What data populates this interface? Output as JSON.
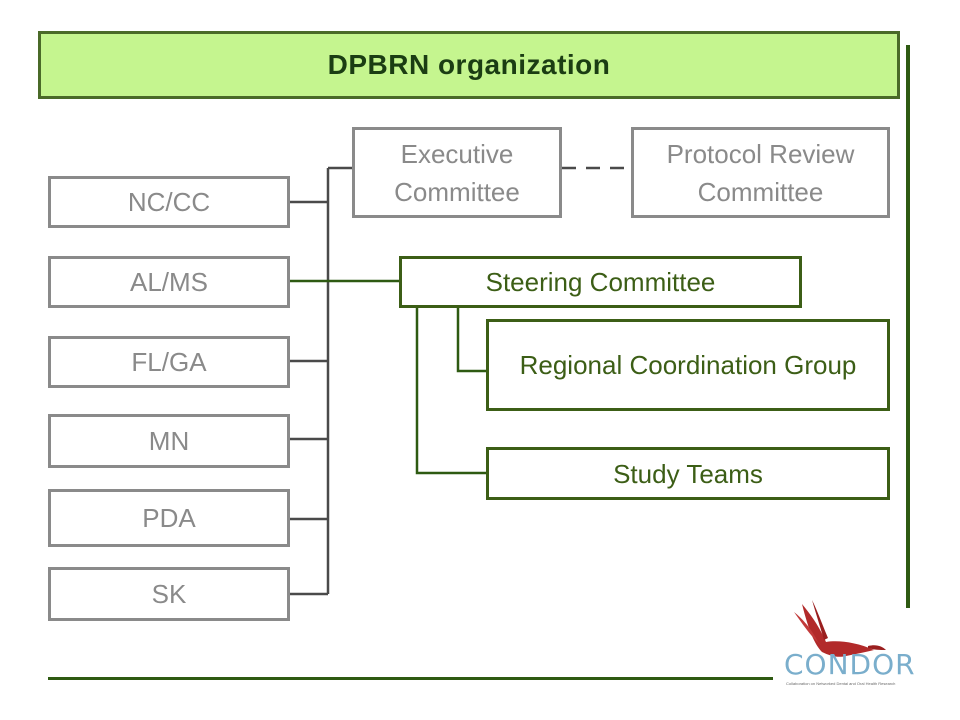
{
  "title": "DPBRN organization",
  "sites": [
    "NC/CC",
    "AL/MS",
    "FL/GA",
    "MN",
    "PDA",
    "SK"
  ],
  "executive_committee": "Executive Committee",
  "protocol_review_committee": "Protocol Review Committee",
  "steering_committee": "Steering Committee",
  "regional_coordination_group": "Regional Coordination Group",
  "study_teams": "Study Teams",
  "logo": {
    "name": "CONDOR",
    "tagline": "Collaboration on Networked Dental and Oral Health Research"
  },
  "colors": {
    "title_fill": "#c5f58f",
    "green_outline": "#3c5e16",
    "grey_outline": "#8a8a8a",
    "logo_bird": "#b22a2a",
    "logo_text": "#7aaecc"
  }
}
